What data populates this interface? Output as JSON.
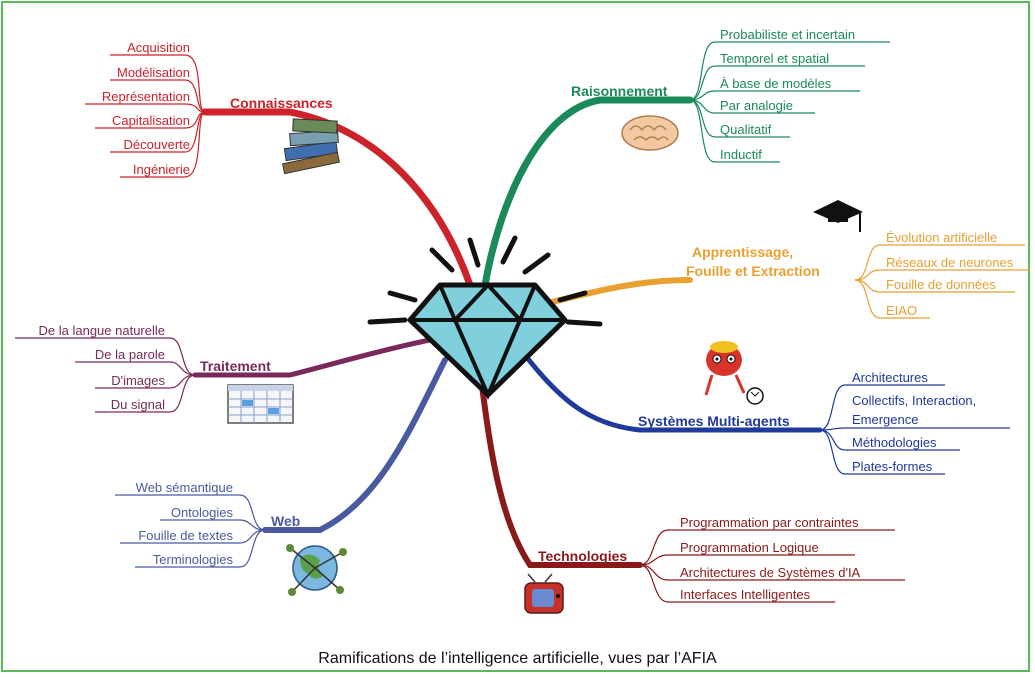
{
  "caption": "Ramifications de l’intelligence artificielle, vues par l’AFIA",
  "branches": {
    "connaissances": {
      "label": "Connaissances",
      "color": "#cc2229",
      "items": [
        "Acquisition",
        "Modélisation",
        "Représentation",
        "Capitalisation",
        "Découverte",
        "Ingénierie"
      ]
    },
    "raisonnement": {
      "label": "Raisonnement",
      "color": "#1a8a5a",
      "items": [
        "Probabiliste et incertain",
        "Temporel et spatial",
        "À base de modèles",
        "Par analogie",
        "Qualitatif",
        "Inductif"
      ]
    },
    "apprentissage": {
      "label_line1": "Apprentissage,",
      "label_line2": "Fouille et Extraction",
      "color": "#e8a030",
      "items": [
        "Évolution artificielle",
        "Réseaux de neurones",
        "Fouille de données",
        "EIAO"
      ]
    },
    "multiagents": {
      "label": "Systèmes Multi-agents",
      "color": "#1f3a9a",
      "items": [
        "Architectures",
        "Collectifs, Interaction,",
        "Emergence",
        "Méthodologies",
        "Plates-formes"
      ]
    },
    "technologies": {
      "label": "Technologies",
      "color": "#8a1a1a",
      "items": [
        "Programmation par contraintes",
        "Programmation Logique",
        "Architectures de Systèmes d'IA",
        "Interfaces Intelligentes"
      ]
    },
    "web": {
      "label": "Web",
      "color": "#4a5aa0",
      "items": [
        "Web sémantique",
        "Ontologies",
        "Fouille de textes",
        "Terminologies"
      ]
    },
    "traitement": {
      "label": "Traitement",
      "color": "#7a2a5a",
      "items": [
        "De la langue naturelle",
        "De la parole",
        "D'images",
        "Du signal"
      ]
    }
  }
}
